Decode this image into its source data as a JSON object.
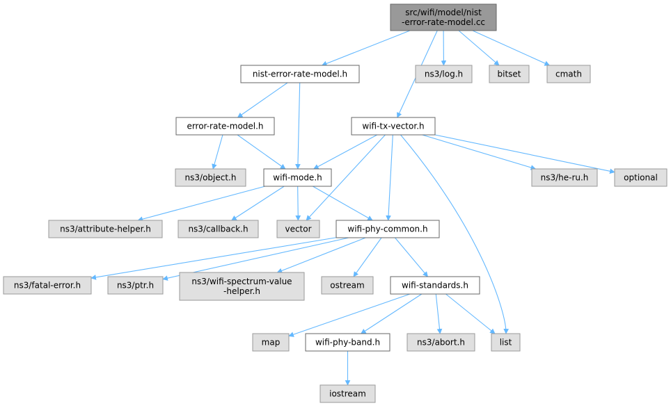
{
  "colors": {
    "edge": "#63b8ff",
    "root_fill": "#999999",
    "root_stroke": "#666666",
    "local_fill": "#ffffff",
    "local_stroke": "#666666",
    "external_fill": "#e0e0e0",
    "external_stroke": "#999999"
  },
  "nodes": [
    {
      "id": "root",
      "kind": "root",
      "lines": [
        "src/wifi/model/nist",
        "-error-rate-model.cc"
      ]
    },
    {
      "id": "nist_erm_h",
      "kind": "local",
      "lines": [
        "nist-error-rate-model.h"
      ]
    },
    {
      "id": "ns3_log_h",
      "kind": "external",
      "lines": [
        "ns3/log.h"
      ]
    },
    {
      "id": "bitset",
      "kind": "external",
      "lines": [
        "bitset"
      ]
    },
    {
      "id": "cmath",
      "kind": "external",
      "lines": [
        "cmath"
      ]
    },
    {
      "id": "erm_h",
      "kind": "local",
      "lines": [
        "error-rate-model.h"
      ]
    },
    {
      "id": "wifi_tx_vector_h",
      "kind": "local",
      "lines": [
        "wifi-tx-vector.h"
      ]
    },
    {
      "id": "ns3_object_h",
      "kind": "external",
      "lines": [
        "ns3/object.h"
      ]
    },
    {
      "id": "wifi_mode_h",
      "kind": "local",
      "lines": [
        "wifi-mode.h"
      ]
    },
    {
      "id": "ns3_he_ru_h",
      "kind": "external",
      "lines": [
        "ns3/he-ru.h"
      ]
    },
    {
      "id": "optional",
      "kind": "external",
      "lines": [
        "optional"
      ]
    },
    {
      "id": "ns3_attribute_helper_h",
      "kind": "external",
      "lines": [
        "ns3/attribute-helper.h"
      ]
    },
    {
      "id": "ns3_callback_h",
      "kind": "external",
      "lines": [
        "ns3/callback.h"
      ]
    },
    {
      "id": "vector",
      "kind": "external",
      "lines": [
        "vector"
      ]
    },
    {
      "id": "wifi_phy_common_h",
      "kind": "local",
      "lines": [
        "wifi-phy-common.h"
      ]
    },
    {
      "id": "ns3_fatal_error_h",
      "kind": "external",
      "lines": [
        "ns3/fatal-error.h"
      ]
    },
    {
      "id": "ns3_ptr_h",
      "kind": "external",
      "lines": [
        "ns3/ptr.h"
      ]
    },
    {
      "id": "ns3_wifi_spectrum_value_helper_h",
      "kind": "external",
      "lines": [
        "ns3/wifi-spectrum-value",
        "-helper.h"
      ]
    },
    {
      "id": "ostream",
      "kind": "external",
      "lines": [
        "ostream"
      ]
    },
    {
      "id": "wifi_standards_h",
      "kind": "local",
      "lines": [
        "wifi-standards.h"
      ]
    },
    {
      "id": "map",
      "kind": "external",
      "lines": [
        "map"
      ]
    },
    {
      "id": "wifi_phy_band_h",
      "kind": "local",
      "lines": [
        "wifi-phy-band.h"
      ]
    },
    {
      "id": "ns3_abort_h",
      "kind": "external",
      "lines": [
        "ns3/abort.h"
      ]
    },
    {
      "id": "list",
      "kind": "external",
      "lines": [
        "list"
      ]
    },
    {
      "id": "iostream",
      "kind": "external",
      "lines": [
        "iostream"
      ]
    }
  ],
  "edges": [
    [
      "root",
      "nist_erm_h"
    ],
    [
      "root",
      "ns3_log_h"
    ],
    [
      "root",
      "bitset"
    ],
    [
      "root",
      "cmath"
    ],
    [
      "root",
      "wifi_tx_vector_h"
    ],
    [
      "nist_erm_h",
      "erm_h"
    ],
    [
      "nist_erm_h",
      "wifi_mode_h"
    ],
    [
      "erm_h",
      "ns3_object_h"
    ],
    [
      "erm_h",
      "wifi_mode_h"
    ],
    [
      "wifi_tx_vector_h",
      "wifi_mode_h"
    ],
    [
      "wifi_tx_vector_h",
      "vector"
    ],
    [
      "wifi_tx_vector_h",
      "wifi_phy_common_h"
    ],
    [
      "wifi_tx_vector_h",
      "list"
    ],
    [
      "wifi_tx_vector_h",
      "ns3_he_ru_h"
    ],
    [
      "wifi_tx_vector_h",
      "optional"
    ],
    [
      "wifi_mode_h",
      "ns3_attribute_helper_h"
    ],
    [
      "wifi_mode_h",
      "ns3_callback_h"
    ],
    [
      "wifi_mode_h",
      "vector"
    ],
    [
      "wifi_mode_h",
      "wifi_phy_common_h"
    ],
    [
      "wifi_phy_common_h",
      "ns3_fatal_error_h"
    ],
    [
      "wifi_phy_common_h",
      "ns3_ptr_h"
    ],
    [
      "wifi_phy_common_h",
      "ns3_wifi_spectrum_value_helper_h"
    ],
    [
      "wifi_phy_common_h",
      "ostream"
    ],
    [
      "wifi_phy_common_h",
      "wifi_standards_h"
    ],
    [
      "wifi_standards_h",
      "map"
    ],
    [
      "wifi_standards_h",
      "wifi_phy_band_h"
    ],
    [
      "wifi_standards_h",
      "ns3_abort_h"
    ],
    [
      "wifi_standards_h",
      "list"
    ],
    [
      "wifi_phy_band_h",
      "iostream"
    ]
  ]
}
